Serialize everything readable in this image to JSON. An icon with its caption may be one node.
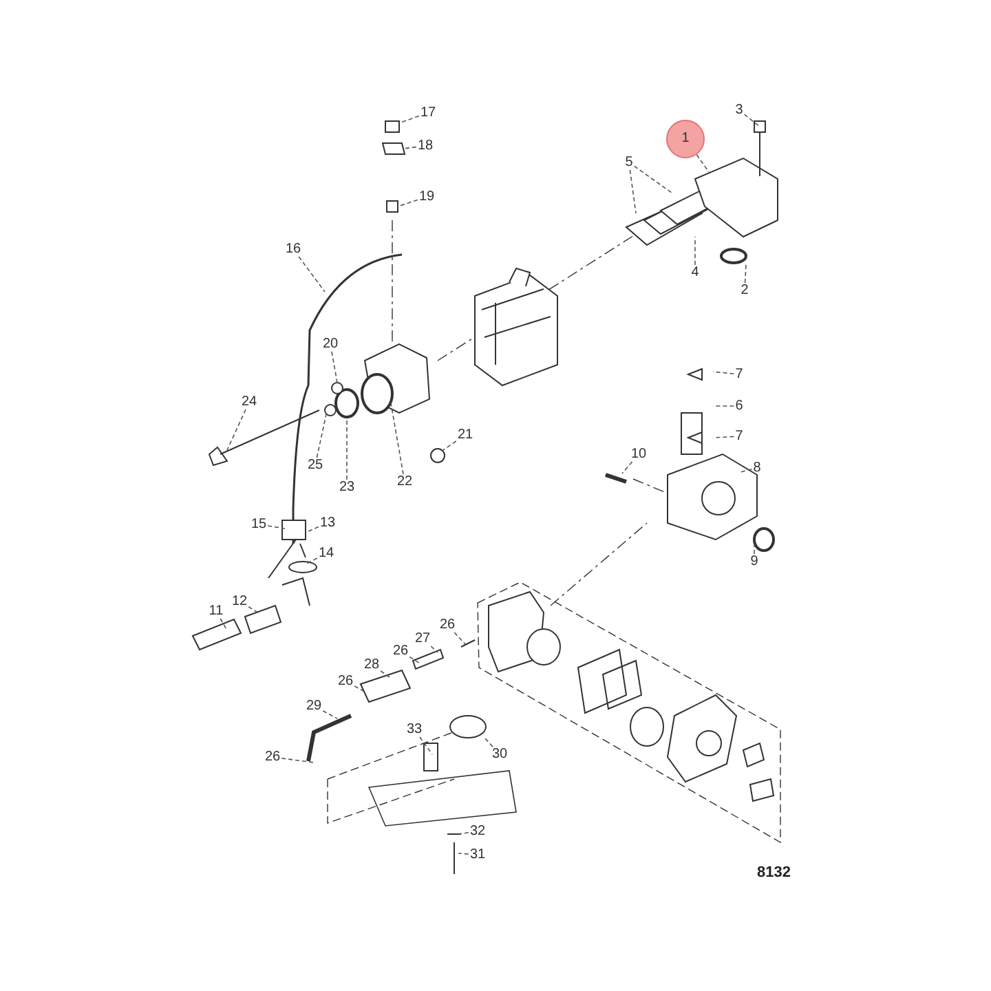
{
  "diagram": {
    "nodes": [
      {
        "text": [
          "1"
        ]
      },
      {
        "text": [
          "2"
        ]
      },
      {
        "text": [
          "3"
        ]
      },
      {
        "text": [
          "4"
        ]
      },
      {
        "text": [
          "5"
        ]
      },
      {
        "text": [
          "6"
        ]
      },
      {
        "text": [
          "7"
        ]
      },
      {
        "text": [
          "7"
        ]
      },
      {
        "text": [
          "8"
        ]
      },
      {
        "text": [
          "9"
        ]
      },
      {
        "text": [
          "10"
        ]
      },
      {
        "text": [
          "11"
        ]
      },
      {
        "text": [
          "12"
        ]
      },
      {
        "text": [
          "13"
        ]
      },
      {
        "text": [
          "14"
        ]
      },
      {
        "text": [
          "15"
        ]
      },
      {
        "text": [
          "16"
        ]
      },
      {
        "text": [
          "17"
        ]
      },
      {
        "text": [
          "18"
        ]
      },
      {
        "text": [
          "19"
        ]
      },
      {
        "text": [
          "20"
        ]
      },
      {
        "text": [
          "21"
        ]
      },
      {
        "text": [
          "22"
        ]
      },
      {
        "text": [
          "23"
        ]
      },
      {
        "text": [
          "24"
        ]
      },
      {
        "text": [
          "25"
        ]
      },
      {
        "text": [
          "26"
        ]
      },
      {
        "text": [
          "26"
        ]
      },
      {
        "text": [
          "26"
        ]
      },
      {
        "text": [
          "26"
        ]
      },
      {
        "text": [
          "27"
        ]
      },
      {
        "text": [
          "28"
        ]
      },
      {
        "text": [
          "29"
        ]
      },
      {
        "text": [
          "30"
        ]
      },
      {
        "text": [
          "31"
        ]
      },
      {
        "text": [
          "32"
        ]
      },
      {
        "text": [
          "33"
        ]
      }
    ],
    "edges": [
      {
        "from": 0,
        "to": null,
        "arrow": "none",
        "style": "dashed"
      },
      {
        "from": 1,
        "to": null,
        "arrow": "none",
        "style": "dashed"
      },
      {
        "from": 2,
        "to": null,
        "arrow": "none",
        "style": "dashed"
      },
      {
        "from": 3,
        "to": null,
        "arrow": "none",
        "style": "dashed"
      },
      {
        "from": 4,
        "to": null,
        "arrow": "none",
        "style": "dashed"
      },
      {
        "from": 4,
        "to": null,
        "arrow": "none",
        "style": "dashed"
      },
      {
        "from": 5,
        "to": null,
        "arrow": "none",
        "style": "dashed"
      },
      {
        "from": 6,
        "to": null,
        "arrow": "none",
        "style": "dashed"
      },
      {
        "from": 7,
        "to": null,
        "arrow": "none",
        "style": "dashed"
      },
      {
        "from": 8,
        "to": null,
        "arrow": "none",
        "style": "dashed"
      },
      {
        "from": 9,
        "to": null,
        "arrow": "none",
        "style": "dashed"
      },
      {
        "from": 10,
        "to": null,
        "arrow": "none",
        "style": "dashed"
      },
      {
        "from": 11,
        "to": null,
        "arrow": "none",
        "style": "dashed"
      },
      {
        "from": 12,
        "to": null,
        "arrow": "none",
        "style": "dashed"
      },
      {
        "from": 13,
        "to": null,
        "arrow": "none",
        "style": "dashed"
      },
      {
        "from": 14,
        "to": null,
        "arrow": "none",
        "style": "dashed"
      },
      {
        "from": 15,
        "to": null,
        "arrow": "none",
        "style": "dashed"
      },
      {
        "from": 16,
        "to": null,
        "arrow": "none",
        "style": "dashed"
      },
      {
        "from": 17,
        "to": null,
        "arrow": "none",
        "style": "dashed"
      },
      {
        "from": 18,
        "to": null,
        "arrow": "none",
        "style": "dashed"
      },
      {
        "from": 19,
        "to": null,
        "arrow": "none",
        "style": "dashed"
      },
      {
        "from": 20,
        "to": null,
        "arrow": "none",
        "style": "dashed"
      },
      {
        "from": 21,
        "to": null,
        "arrow": "none",
        "style": "dashed"
      },
      {
        "from": 22,
        "to": null,
        "arrow": "none",
        "style": "dashed"
      },
      {
        "from": 23,
        "to": null,
        "arrow": "none",
        "style": "dashed"
      },
      {
        "from": 24,
        "to": null,
        "arrow": "none",
        "style": "dashed"
      },
      {
        "from": 25,
        "to": null,
        "arrow": "none",
        "style": "dashed"
      },
      {
        "from": 26,
        "to": null,
        "arrow": "none",
        "style": "dashed"
      },
      {
        "from": 27,
        "to": null,
        "arrow": "none",
        "style": "dashed"
      },
      {
        "from": 28,
        "to": null,
        "arrow": "none",
        "style": "dashed"
      },
      {
        "from": 29,
        "to": null,
        "arrow": "none",
        "style": "dashed"
      },
      {
        "from": 30,
        "to": null,
        "arrow": "none",
        "style": "dashed"
      },
      {
        "from": 31,
        "to": null,
        "arrow": "none",
        "style": "dashed"
      },
      {
        "from": 32,
        "to": null,
        "arrow": "none",
        "style": "dashed"
      },
      {
        "from": 33,
        "to": null,
        "arrow": "none",
        "style": "dashed"
      },
      {
        "from": 34,
        "to": null,
        "arrow": "none",
        "style": "dashed"
      },
      {
        "from": 35,
        "to": null,
        "arrow": "none",
        "style": "dashed"
      },
      {
        "from": 36,
        "to": null,
        "arrow": "none",
        "style": "dashed"
      }
    ],
    "labels": [
      "8132"
    ]
  }
}
